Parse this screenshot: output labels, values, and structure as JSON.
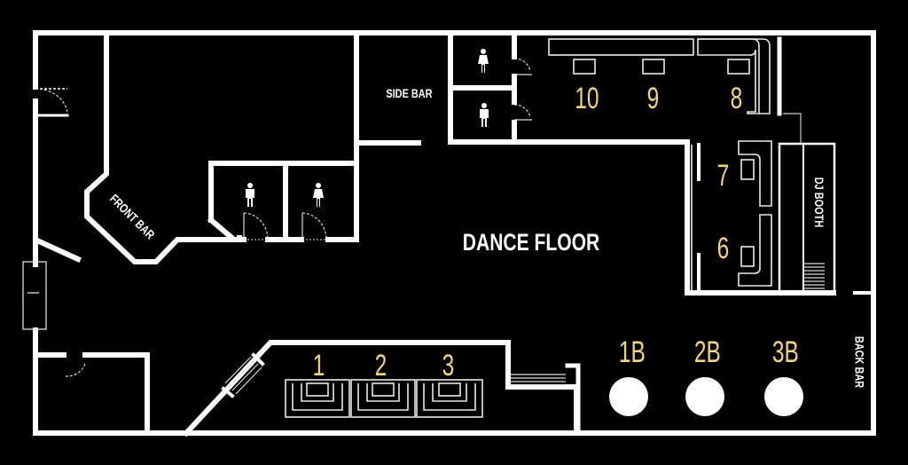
{
  "floor_plan": {
    "areas": {
      "side_bar": "SIDE BAR",
      "front_bar": "FRONT BAR",
      "dance_floor": "DANCE FLOOR",
      "dj_booth": "DJ BOOTH",
      "back_bar": "BACK BAR"
    },
    "tables": [
      {
        "id": "1",
        "label": "1"
      },
      {
        "id": "2",
        "label": "2"
      },
      {
        "id": "3",
        "label": "3"
      },
      {
        "id": "6",
        "label": "6"
      },
      {
        "id": "7",
        "label": "7"
      },
      {
        "id": "8",
        "label": "8"
      },
      {
        "id": "9",
        "label": "9"
      },
      {
        "id": "10",
        "label": "10"
      }
    ],
    "bar_tables": [
      {
        "id": "1B",
        "label": "1B"
      },
      {
        "id": "2B",
        "label": "2B"
      },
      {
        "id": "3B",
        "label": "3B"
      }
    ],
    "restrooms": [
      {
        "type": "women",
        "icon": "female-restroom-icon"
      },
      {
        "type": "men",
        "icon": "male-restroom-icon"
      },
      {
        "type": "men",
        "icon": "male-restroom-icon"
      },
      {
        "type": "women",
        "icon": "female-restroom-icon"
      }
    ],
    "colors": {
      "background": "#000000",
      "walls": "#ffffff",
      "table_numbers": "#f2d580"
    }
  }
}
